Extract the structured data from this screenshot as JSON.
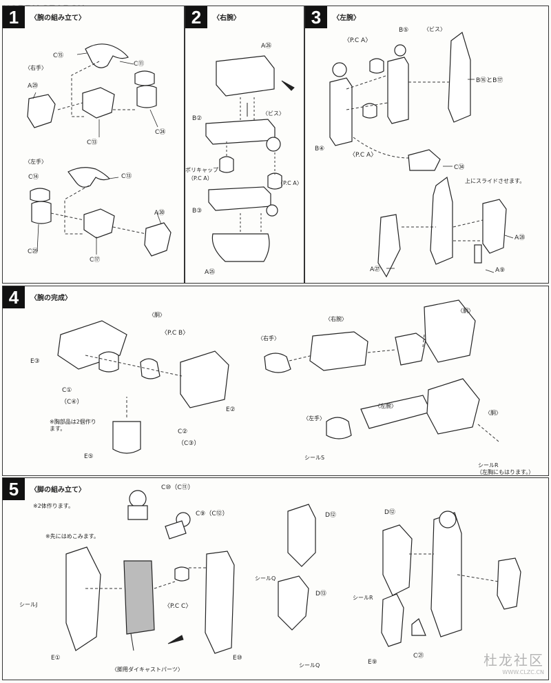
{
  "watermark": {
    "prefix": "H",
    "text": "OBBY SEARCH"
  },
  "corner_watermark": {
    "cn": "杜龙社区",
    "url": "WWW.CLZC.CN"
  },
  "steps": [
    {
      "number": "1",
      "title": "〈腕の組み立て〉",
      "labels": {
        "right_hand": "〈右手〉",
        "left_hand": "〈左手〉",
        "c15a": "C⑮",
        "c11": "C⑪",
        "a29": "A㉙",
        "c13a": "C⑬",
        "c24": "C㉔",
        "c14": "C⑭",
        "c13b": "C⑬",
        "a30": "A㉚",
        "c25": "C㉕",
        "c17": "C⑰"
      }
    },
    {
      "number": "2",
      "title": "〈右腕〉",
      "labels": {
        "a26": "A㉖",
        "screw": "〈ビス〉",
        "b2": "B②",
        "poly_cap": "ポリキャップ",
        "pca_a": "（P.C A）",
        "pca_b": "〈P.C A〉",
        "b3": "B③",
        "a25": "A㉕"
      }
    },
    {
      "number": "3",
      "title": "〈左腕〉",
      "labels": {
        "pca_top": "〈P.C A〉",
        "b5": "B⑤",
        "screw": "〈ビス〉",
        "b16": "B⑯とB⑰",
        "b4": "B④",
        "pca_mid": "〈P.C A〉",
        "c34": "C㉞",
        "slide": "上にスライドさせます。",
        "a28": "A㉘",
        "a27": "A㉗",
        "a9": "A⑨"
      }
    },
    {
      "number": "4",
      "title": "〈腕の完成〉",
      "labels": {
        "torso": "〈胴〉",
        "pcb": "〈P.C B〉",
        "e3": "E③",
        "c1": "C①",
        "c4": "（C④）",
        "e2": "E②",
        "note": "※胸部品は2個作ります。",
        "c2": "C②",
        "c3": "（C③）",
        "e5": "E⑤",
        "right_arm": "〈右腕〉",
        "right_hand": "〈右手〉",
        "torso2": "〈胴〉",
        "left_arm": "〈左腕〉",
        "left_hand": "〈左手〉",
        "torso3": "〈胴〉",
        "seal_s": "シールS",
        "seal_r": "シールR",
        "seal_r_note": "（左胸にもはります。）"
      }
    },
    {
      "number": "5",
      "title": "〈脚の組み立て〉",
      "labels": {
        "note2": "※2体作ります。",
        "c10": "C⑩（C⑪）",
        "c9": "C⑨（C⑫）",
        "note_press": "※先にはめこみます。",
        "seal_j": "シールJ",
        "pcc": "〈P.C C〉",
        "e1": "E①",
        "die_cast": "〈脚用ダイキャストパーツ〉",
        "e10": "E⑩",
        "d12a": "D⑫",
        "seal_q1": "シールQ",
        "d13": "D⑬",
        "seal_q2": "シールQ",
        "d12b": "D⑫",
        "seal_r": "シールR",
        "c21": "C㉑",
        "e9": "E⑨"
      }
    }
  ]
}
